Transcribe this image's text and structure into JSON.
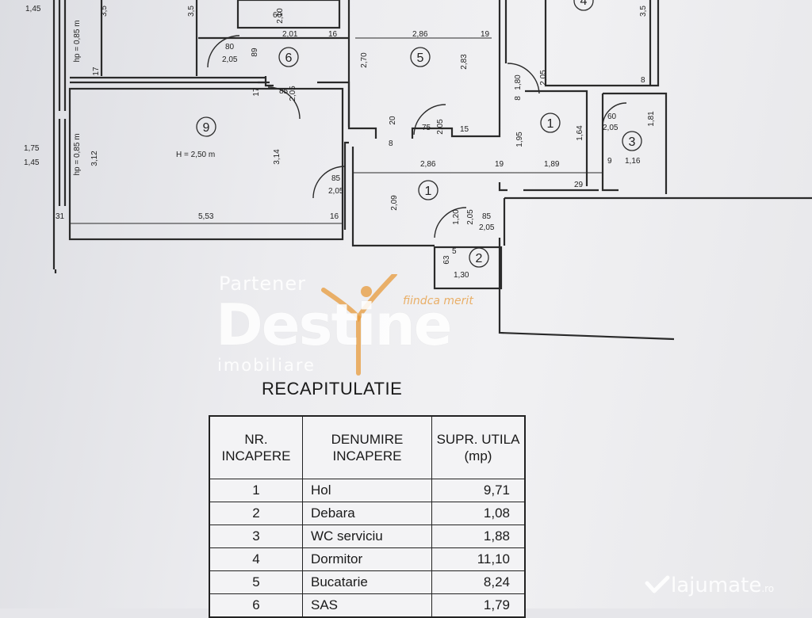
{
  "plan": {
    "room_numbers": [
      "1",
      "1",
      "2",
      "3",
      "4",
      "5",
      "6",
      "9"
    ],
    "height_note": "H = 2,50 m",
    "side_notes": [
      "hp = 0,85 m",
      "hp = 0,85 m"
    ],
    "dims": [
      "1,45",
      "1,75",
      "1,45",
      "3,12",
      "31",
      "17",
      "17",
      "80",
      "2,05",
      "60",
      "2,10",
      "2,01",
      "16",
      "89",
      "85",
      "2,05",
      "3,14",
      "5,53",
      "16",
      "85",
      "2,05",
      "2,86",
      "19",
      "2,70",
      "2,83",
      "75",
      "2,05",
      "15",
      "20",
      "8",
      "2,86",
      "19",
      "2,09",
      "1,20",
      "2,05",
      "85",
      "2,05",
      "63",
      "1,30",
      "5",
      "1,80",
      "2,05",
      "8",
      "1,95",
      "1,64",
      "1,89",
      "29",
      "60",
      "2,05",
      "1,81",
      "1,16",
      "9",
      "3,5",
      "3,5",
      "8",
      "3,5"
    ]
  },
  "watermark": {
    "partener": "Partener",
    "brand": "Destine",
    "imobiliare": "imobiliare",
    "slogan": "fiindca merit"
  },
  "recap": {
    "title": "RECAPITULATIE",
    "headers": [
      "NR. INCAPERE",
      "DENUMIRE INCAPERE",
      "SUPR. UTILA (mp)"
    ],
    "rows": [
      {
        "nr": "1",
        "name": "Hol",
        "area": "9,71"
      },
      {
        "nr": "2",
        "name": "Debara",
        "area": "1,08"
      },
      {
        "nr": "3",
        "name": "WC serviciu",
        "area": "1,88"
      },
      {
        "nr": "4",
        "name": "Dormitor",
        "area": "11,10"
      },
      {
        "nr": "5",
        "name": "Bucatarie",
        "area": "8,24"
      },
      {
        "nr": "6",
        "name": "SAS",
        "area": "1,79"
      }
    ]
  },
  "badge": {
    "name": "lajumate",
    "tld": ".ro"
  }
}
